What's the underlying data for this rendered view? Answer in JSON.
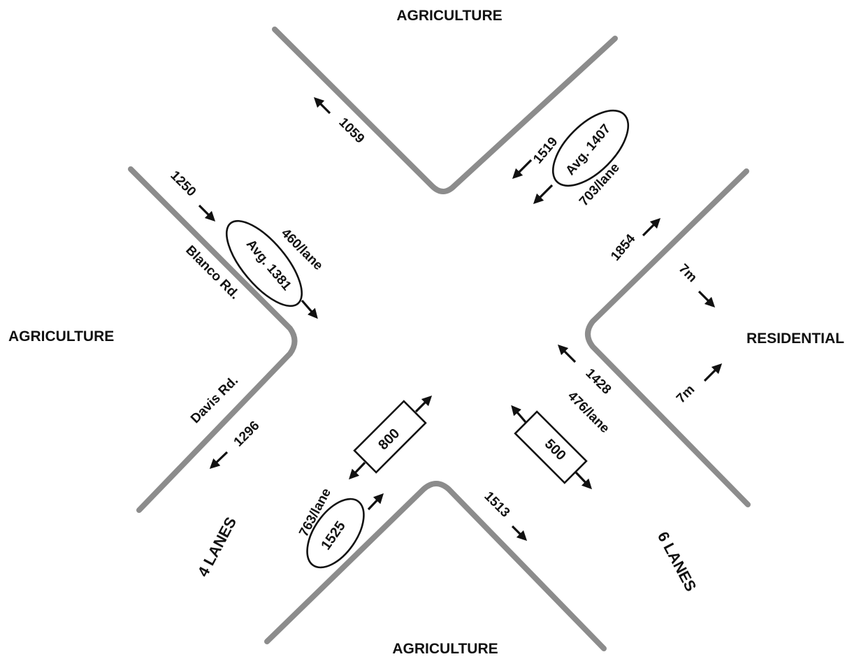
{
  "zones": {
    "north": "AGRICULTURE",
    "south": "AGRICULTURE",
    "west": "AGRICULTURE",
    "east": "RESIDENTIAL"
  },
  "roads": {
    "blanco": "Blanco Rd.",
    "davis": "Davis Rd."
  },
  "lanes": {
    "west": "4 LANES",
    "east": "6 LANES"
  },
  "volumes": {
    "nw_out": "1059",
    "nw_in": "1250",
    "nw_avg": "Avg. 1381",
    "nw_per_lane": "460/lane",
    "ne_in": "1519",
    "ne_avg": "Avg. 1407",
    "ne_per_lane": "703/lane",
    "ne_out": "1854",
    "east_upper": "7m",
    "east_lower": "7m",
    "se_in": "1428",
    "se_per_lane": "476/lane",
    "se_box": "500",
    "se_out": "1513",
    "sw_box": "800",
    "sw_oval": "1525",
    "sw_per_lane": "763/lane",
    "sw_out": "1296"
  },
  "colors": {
    "road": "#8c8c8c",
    "text": "#111111",
    "background": "#ffffff"
  }
}
